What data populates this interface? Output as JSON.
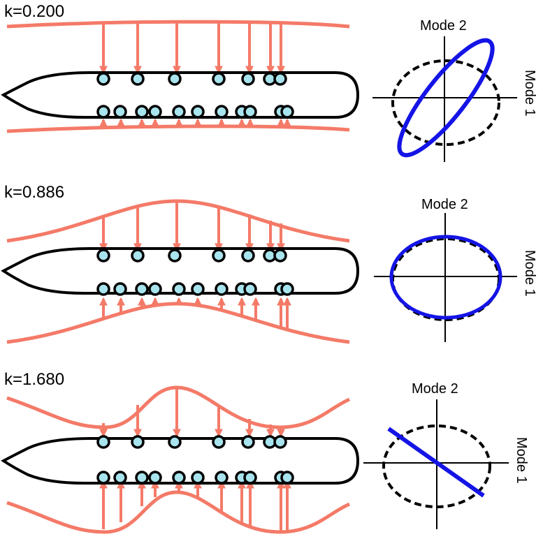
{
  "colors": {
    "wave": "#f47a68",
    "body_outline": "#000000",
    "marker_fill": "#a8e4ee",
    "ellipse_blue": "#1414e6",
    "ellipse_dashed": "#000000"
  },
  "panels": [
    {
      "k_label": "k=0.200",
      "mode_x_label": "Mode 1",
      "mode_y_label": "Mode 2",
      "response": "ellipse tilted up-right"
    },
    {
      "k_label": "k=0.886",
      "mode_x_label": "Mode 1",
      "mode_y_label": "Mode 2",
      "response": "near circle"
    },
    {
      "k_label": "k=1.680",
      "mode_x_label": "Mode 1",
      "mode_y_label": "Mode 2",
      "response": "line tilted down-right"
    }
  ]
}
